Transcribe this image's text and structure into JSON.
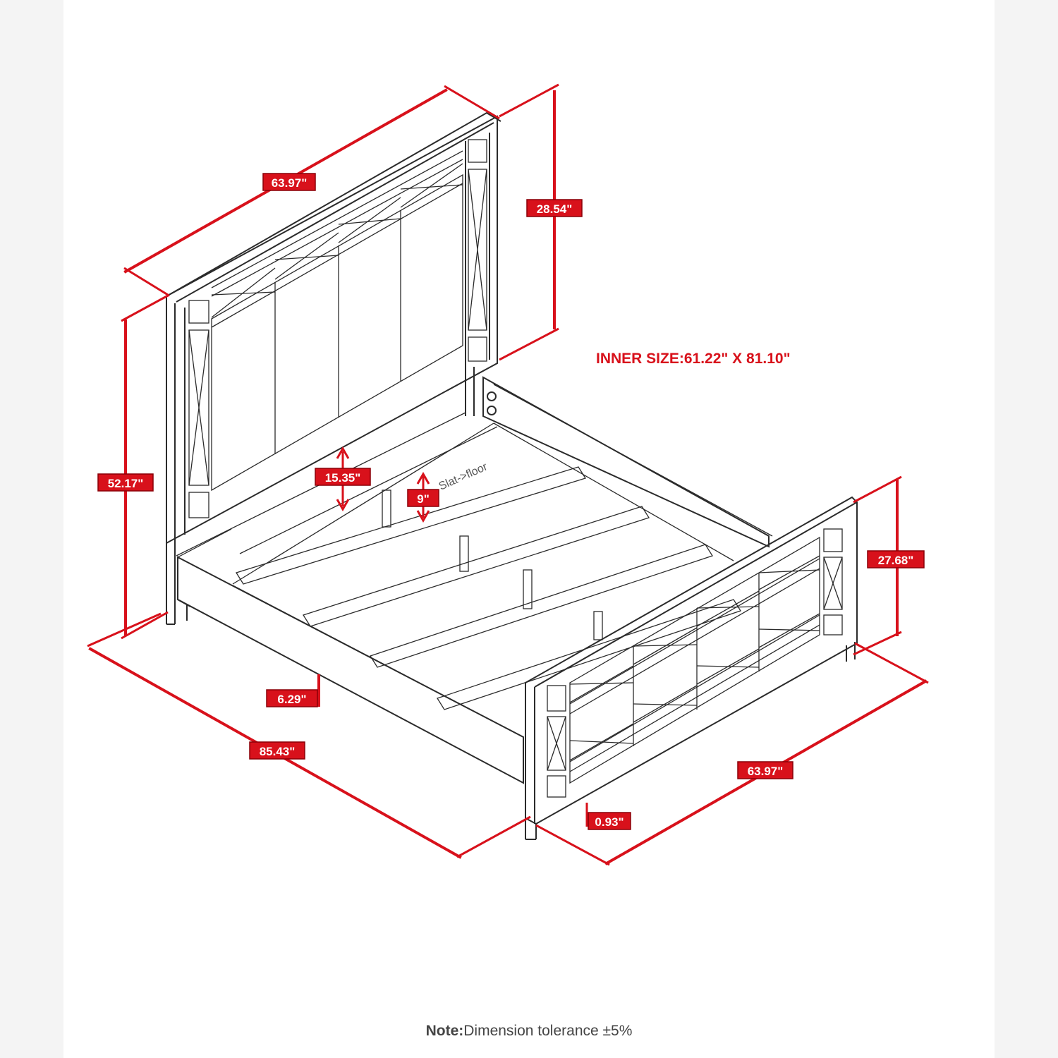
{
  "diagram": {
    "inner_size": "INNER SIZE:61.22\" X 81.10\"",
    "slat_label": "Slat->floor",
    "dimensions": {
      "headboard_width": "63.97\"",
      "headboard_panel_height": "28.54\"",
      "total_height": "52.17\"",
      "slat_clearance": "15.35\"",
      "slat_to_floor": "9\"",
      "rail_height": "6.29\"",
      "length": "85.43\"",
      "footboard_height": "27.68\"",
      "footboard_width": "63.97\"",
      "footboard_thickness": "0.93\""
    },
    "note_prefix": "Note:",
    "note_text": "Dimension tolerance ±5%"
  },
  "colors": {
    "dimension": "#d8111b",
    "line": "#2b2b2b",
    "background": "#ffffff"
  }
}
